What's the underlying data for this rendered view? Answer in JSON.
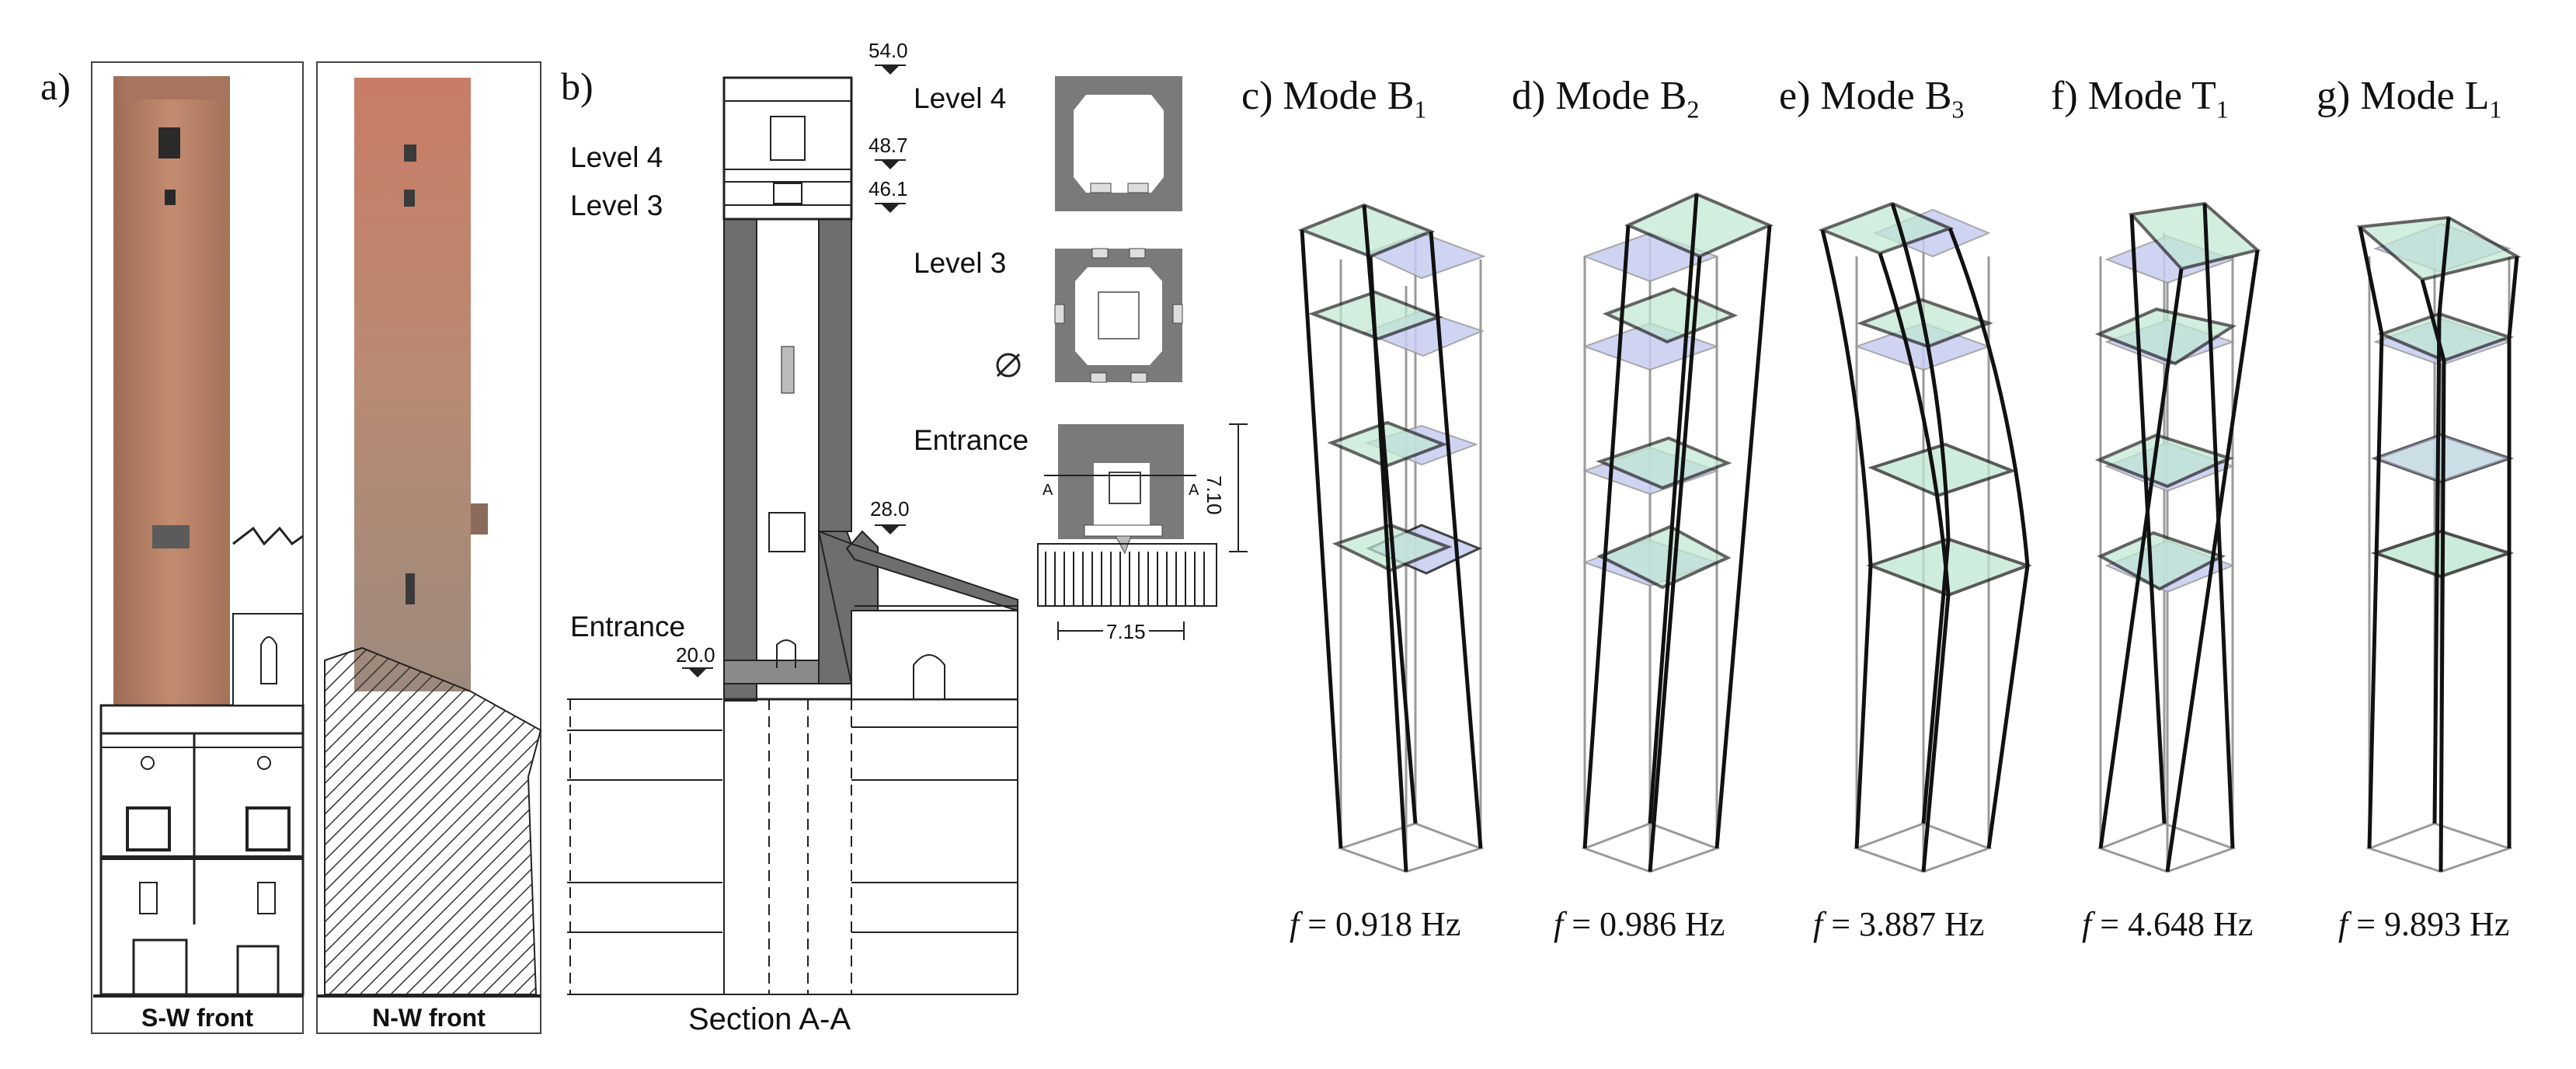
{
  "panel_a": {
    "letter": "a)",
    "fronts": [
      {
        "label": "S-W front"
      },
      {
        "label": "N-W front"
      }
    ]
  },
  "panel_b": {
    "letter": "b)",
    "section_label": "Section A-A",
    "levels": [
      {
        "label": "Level 4"
      },
      {
        "label": "Level 3"
      },
      {
        "label": "Entrance"
      }
    ],
    "elevations": [
      "54.0",
      "48.7",
      "46.1",
      "28.0",
      "20.0"
    ],
    "plans": [
      {
        "label": "Level 4"
      },
      {
        "label": "Level 3"
      },
      {
        "label": "Entrance"
      }
    ],
    "dimensions": {
      "depth": "7.10",
      "width": "7.15",
      "section_mark": "A"
    }
  },
  "modes": [
    {
      "letter": "c)",
      "name": "Mode B",
      "sub": "1",
      "freq_symbol": "f",
      "freq_value": "= 0.918 Hz"
    },
    {
      "letter": "d)",
      "name": "Mode B",
      "sub": "2",
      "freq_symbol": "f",
      "freq_value": "= 0.986 Hz"
    },
    {
      "letter": "e)",
      "name": "Mode B",
      "sub": "3",
      "freq_symbol": "f",
      "freq_value": "= 3.887 Hz"
    },
    {
      "letter": "f)",
      "name": "Mode T",
      "sub": "1",
      "freq_symbol": "f",
      "freq_value": "= 4.648 Hz"
    },
    {
      "letter": "g)",
      "name": "Mode L",
      "sub": "1",
      "freq_symbol": "f",
      "freq_value": "= 9.893 Hz"
    }
  ],
  "colors": {
    "brick": "#b87a62",
    "wall_section": "#6e6e6e",
    "plan_fill": "#7a7a7a",
    "mode_floor_green": "#bfe8d2",
    "mode_floor_blue": "#c7cdf2",
    "undeformed": "#9a9a9a"
  }
}
